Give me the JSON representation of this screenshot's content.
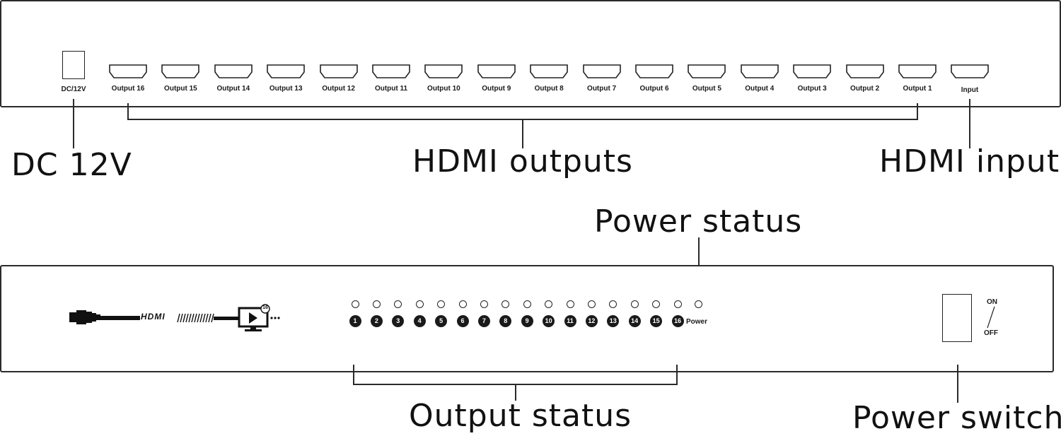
{
  "back_panel": {
    "dc_port_label": "DC/12V",
    "input_port_label": "Input",
    "outputs": [
      {
        "label": "Output 16"
      },
      {
        "label": "Output 15"
      },
      {
        "label": "Output 14"
      },
      {
        "label": "Output 13"
      },
      {
        "label": "Output 12"
      },
      {
        "label": "Output 11"
      },
      {
        "label": "Output 10"
      },
      {
        "label": "Output 9"
      },
      {
        "label": "Output 8"
      },
      {
        "label": "Output 7"
      },
      {
        "label": "Output 6"
      },
      {
        "label": "Output 5"
      },
      {
        "label": "Output 4"
      },
      {
        "label": "Output 3"
      },
      {
        "label": "Output 2"
      },
      {
        "label": "Output 1"
      }
    ]
  },
  "callouts": {
    "dc": "DC 12V",
    "hdmi_outputs": "HDMI outputs",
    "hdmi_input": "HDMI input",
    "power_status": "Power status",
    "output_status": "Output status",
    "power_switch": "Power switch"
  },
  "front_panel": {
    "logo_text": "HDMI",
    "logo_badge": "16",
    "led_numbers": [
      "1",
      "2",
      "3",
      "4",
      "5",
      "6",
      "7",
      "8",
      "9",
      "10",
      "11",
      "12",
      "13",
      "14",
      "15",
      "16"
    ],
    "power_led_label": "Power",
    "switch_on": "ON",
    "switch_off": "OFF"
  }
}
